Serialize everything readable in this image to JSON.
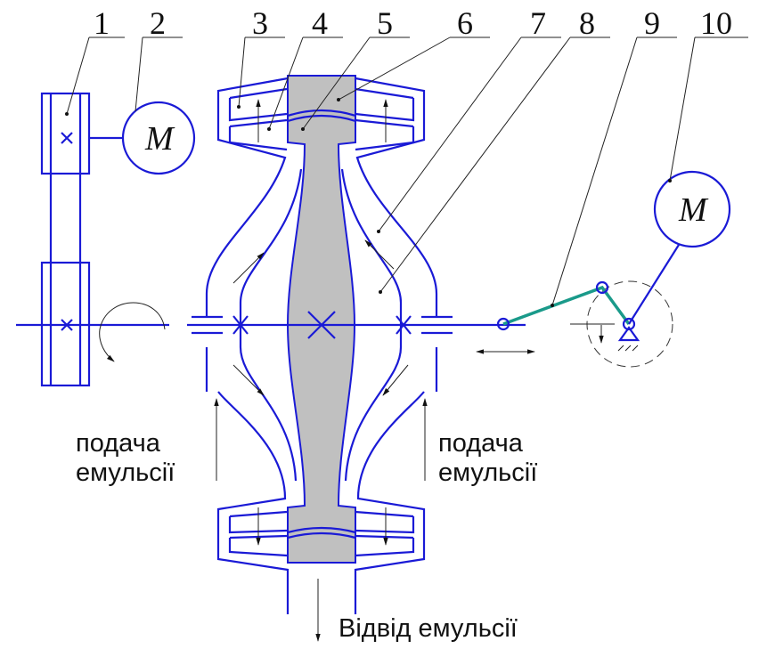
{
  "callouts": [
    "1",
    "2",
    "3",
    "4",
    "5",
    "6",
    "7",
    "8",
    "9",
    "10"
  ],
  "motor_symbol": "M",
  "feed_left": {
    "line1": "подача",
    "line2": "емульсії"
  },
  "feed_right": {
    "line1": "подача",
    "line2": "емульсії"
  },
  "drain_label": "Відвід емульсії",
  "colors": {
    "structure": "#1a1ad6",
    "roll": "#c0c0c0",
    "linkage": "#1a9a8a",
    "leader": "#222222"
  }
}
